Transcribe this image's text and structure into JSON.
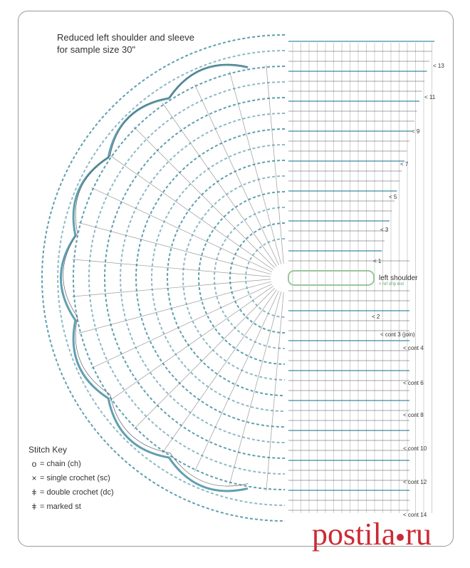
{
  "title": {
    "line1": "Reduced left shoulder and sleeve",
    "line2": "for sample size 30\""
  },
  "shoulder_label": {
    "text": "left shoulder",
    "sub": "< ref sl'ip inst"
  },
  "row_labels_top": [
    "< 13",
    "< 11",
    "< 9",
    "< 7",
    "< 5",
    "< 3",
    "< 1"
  ],
  "row_labels_bottom": [
    "< 2",
    "< cont 3 (join)",
    "< cont 4",
    "< cont 6",
    "< cont 8",
    "< cont 10",
    "< cont 12",
    "< cont 14"
  ],
  "stitch_key": {
    "heading": "Stitch Key",
    "items": [
      {
        "symbol": "o",
        "label": "= chain (ch)"
      },
      {
        "symbol": "×",
        "label": "= single crochet (sc)"
      },
      {
        "symbol": "ǂ",
        "label": "= double crochet (dc)"
      },
      {
        "symbol": "ǂ",
        "label": "= marked st"
      }
    ]
  },
  "watermark": {
    "part1": "postila",
    "part2": "ru"
  },
  "colors": {
    "stitch_blue": "#5f9fb0",
    "stitch_dark": "#4a4a4a",
    "highlight_green": "#9ac79e",
    "watermark_red": "#cc2a35"
  }
}
